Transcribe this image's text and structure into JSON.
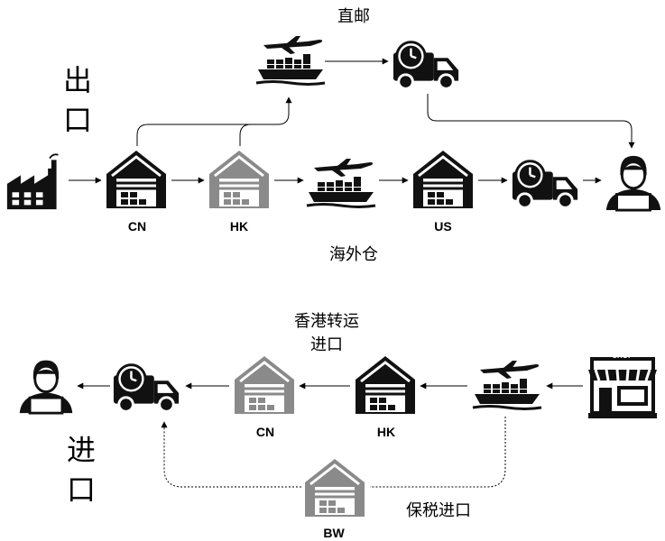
{
  "export": {
    "title": "出口",
    "direct_mail_label": "直邮",
    "overseas_warehouse_label": "海外仓",
    "nodes": [
      "CN",
      "HK",
      "US"
    ]
  },
  "import": {
    "title": "进口",
    "hk_transit_label": "香港转运进口",
    "bonded_label": "保税进口",
    "nodes": [
      "CN",
      "HK",
      "BW"
    ],
    "shop_sign": "SHOP"
  },
  "icons": {
    "factory": "factory-icon",
    "warehouse": "warehouse-icon",
    "plane_ship": "plane-ship-icon",
    "truck": "delivery-truck-icon",
    "customer": "customer-icon",
    "shop": "shop-icon"
  },
  "colors": {
    "dark": "#111111",
    "grey": "#8a8a8a",
    "line": "#000000"
  }
}
